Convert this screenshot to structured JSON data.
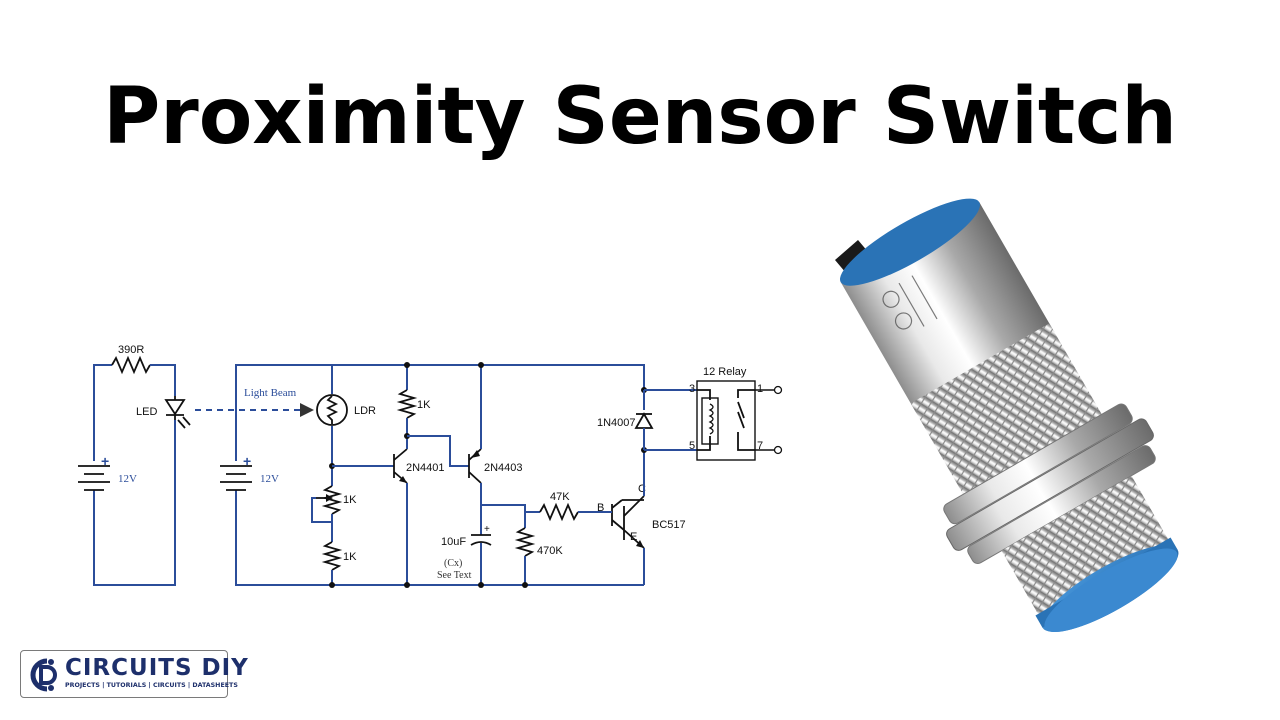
{
  "title": "Proximity Sensor Switch",
  "schematic": {
    "labels": {
      "r1": "390R",
      "led": "LED",
      "beam": "Light Beam",
      "ldr": "LDR",
      "v1": "12V",
      "v2": "12V",
      "r2": "1K",
      "pot": "1K",
      "r3": "1K",
      "q1": "2N4401",
      "q2": "2N4403",
      "cap": "10uF",
      "cx": "(Cx)",
      "see_text": "See Text",
      "r4": "47K",
      "r5": "470K",
      "q3": "BC517",
      "diode": "1N4007",
      "relay": "12 Relay",
      "pin_b": "B",
      "pin_c": "C",
      "pin_e": "E",
      "pin3": "3",
      "pin1": "1",
      "pin5": "5",
      "pin7": "7",
      "plus1": "+",
      "plus2": "+",
      "plus_cap": "+"
    }
  },
  "logo": {
    "name": "CIRCUITS DIY",
    "tagline": "PROJECTS | TUTORIALS | CIRCUITS | DATASHEETS"
  },
  "colors": {
    "wire": "#2b4d9a",
    "sensor_blue": "#2a73b6",
    "brand": "#1d2f6b"
  }
}
